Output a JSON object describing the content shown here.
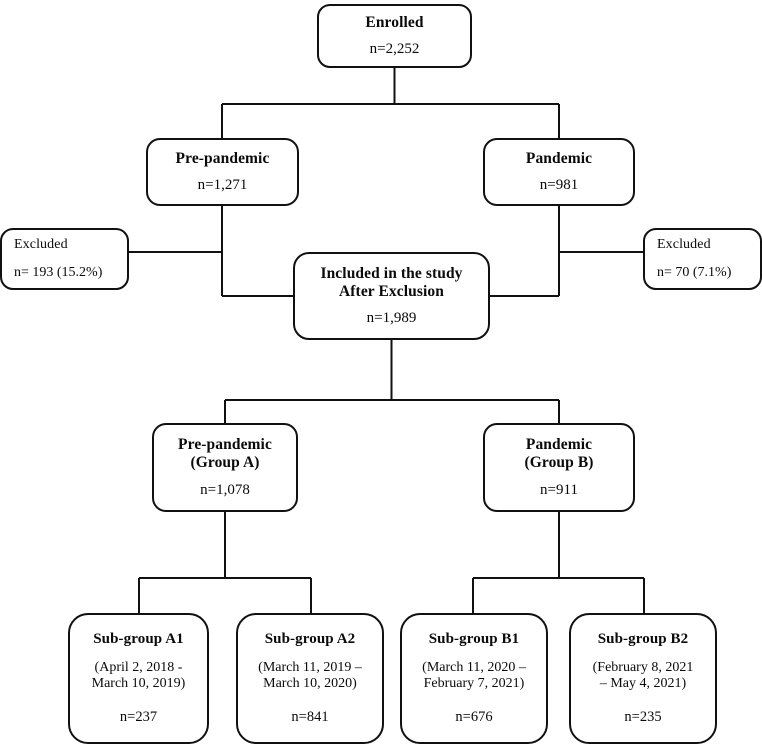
{
  "diagram": {
    "type": "flowchart",
    "orientation": "top-down",
    "line_color": "#111111",
    "box_border_color": "#111111",
    "background_color": "#ffffff"
  },
  "nodes": {
    "enrolled": {
      "title": "Enrolled",
      "count": "n=2,252"
    },
    "prepandemic": {
      "title": "Pre-pandemic",
      "count": "n=1,271"
    },
    "pandemic": {
      "title": "Pandemic",
      "count": "n=981"
    },
    "excluded_left": {
      "title": "Excluded",
      "count": "n= 193 (15.2%)"
    },
    "excluded_right": {
      "title": "Excluded",
      "count": "n= 70 (7.1%)"
    },
    "included": {
      "title_line1": "Included in the study",
      "title_line2": "After Exclusion",
      "count": "n=1,989"
    },
    "group_a": {
      "title_line1": "Pre-pandemic",
      "title_line2": "(Group A)",
      "count": "n=1,078"
    },
    "group_b": {
      "title_line1": "Pandemic",
      "title_line2": "(Group B)",
      "count": "n=911"
    },
    "subgroup_a1": {
      "title": "Sub-group A1",
      "period_line1": "(April 2, 2018 -",
      "period_line2": "March 10, 2019)",
      "count": "n=237"
    },
    "subgroup_a2": {
      "title": "Sub-group A2",
      "period_line1": "(March 11, 2019 –",
      "period_line2": "March 10, 2020)",
      "count": "n=841"
    },
    "subgroup_b1": {
      "title": "Sub-group B1",
      "period_line1": "(March 11, 2020 –",
      "period_line2": "February 7, 2021)",
      "count": "n=676"
    },
    "subgroup_b2": {
      "title": "Sub-group B2",
      "period_line1": "(February 8, 2021",
      "period_line2": "– May 4, 2021)",
      "count": "n=235"
    }
  },
  "chart_data": {
    "type": "table",
    "title": "Participant flow diagram",
    "categories": [
      "Enrolled",
      "Pre-pandemic",
      "Pandemic",
      "Excluded (pre-pandemic)",
      "Excluded (pandemic)",
      "Included in the study After Exclusion",
      "Pre-pandemic (Group A)",
      "Pandemic (Group B)",
      "Sub-group A1",
      "Sub-group A2",
      "Sub-group B1",
      "Sub-group B2"
    ],
    "values": [
      2252,
      1271,
      981,
      193,
      70,
      1989,
      1078,
      911,
      237,
      841,
      676,
      235
    ],
    "percentages": [
      null,
      null,
      null,
      15.2,
      7.1,
      null,
      null,
      null,
      null,
      null,
      null,
      null
    ],
    "periods": [
      null,
      null,
      null,
      null,
      null,
      null,
      null,
      null,
      "April 2, 2018 - March 10, 2019",
      "March 11, 2019 – March 10, 2020",
      "March 11, 2020 – February 7, 2021",
      "February 8, 2021 – May 4, 2021"
    ],
    "edges": [
      [
        "Enrolled",
        "Pre-pandemic"
      ],
      [
        "Enrolled",
        "Pandemic"
      ],
      [
        "Pre-pandemic",
        "Excluded (pre-pandemic)"
      ],
      [
        "Pre-pandemic",
        "Included in the study After Exclusion"
      ],
      [
        "Pandemic",
        "Excluded (pandemic)"
      ],
      [
        "Pandemic",
        "Included in the study After Exclusion"
      ],
      [
        "Included in the study After Exclusion",
        "Pre-pandemic (Group A)"
      ],
      [
        "Included in the study After Exclusion",
        "Pandemic (Group B)"
      ],
      [
        "Pre-pandemic (Group A)",
        "Sub-group A1"
      ],
      [
        "Pre-pandemic (Group A)",
        "Sub-group A2"
      ],
      [
        "Pandemic (Group B)",
        "Sub-group B1"
      ],
      [
        "Pandemic (Group B)",
        "Sub-group B2"
      ]
    ]
  }
}
